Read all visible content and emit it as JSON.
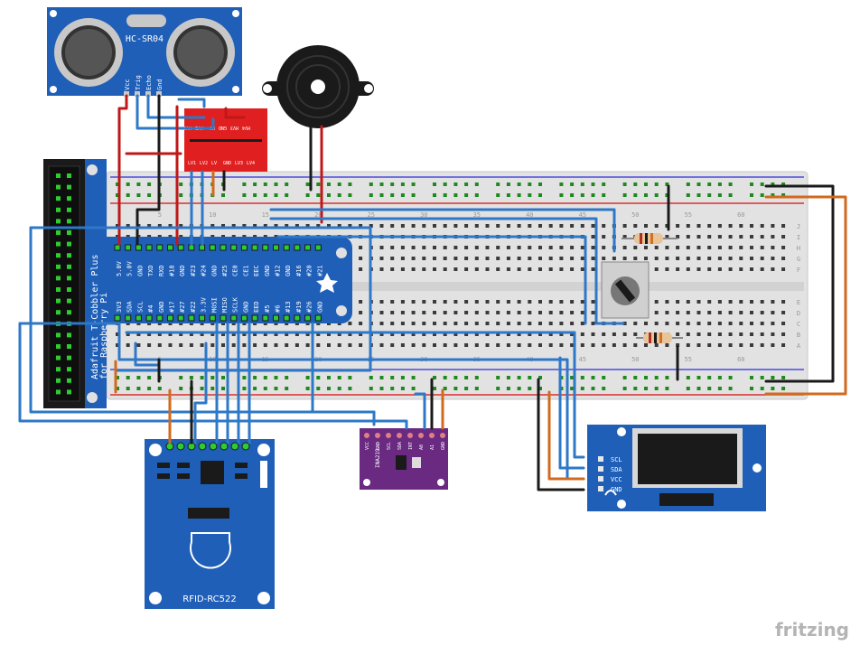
{
  "sensor": {
    "name": "HC-SR04",
    "pins": [
      "Vcc",
      "Trig",
      "Echo",
      "Gnd"
    ]
  },
  "level_shifter": {
    "top_pins": [
      "HV1",
      "HV2",
      "HV",
      "GND",
      "HV3",
      "HV4"
    ],
    "bottom_pins": [
      "LV1",
      "LV2",
      "LV",
      "GND",
      "LV3",
      "LV4"
    ]
  },
  "cobbler": {
    "title": "Adafruit T-Cobbler Plus",
    "subtitle": "for Raspberry Pi",
    "top_row": [
      "5.0V",
      "5.0V",
      "GND",
      "TXD",
      "RXD",
      "#18",
      "GND",
      "#23",
      "#24",
      "GND",
      "#25",
      "CE0",
      "CE1",
      "EEC",
      "GND",
      "#12",
      "GND",
      "#16",
      "#20",
      "#21"
    ],
    "bottom_row": [
      "3V3",
      "SDA",
      "SCL",
      "#4",
      "GND",
      "#17",
      "#27",
      "#22",
      "3.3V",
      "MOSI",
      "MISO",
      "SCLK",
      "GND",
      "EED",
      "#5",
      "#6",
      "#13",
      "#19",
      "#26",
      "GND"
    ]
  },
  "breadboard": {
    "column_numbers": [
      "5",
      "10",
      "15",
      "20",
      "25",
      "30",
      "35",
      "40",
      "45",
      "50",
      "55",
      "60"
    ],
    "row_letters_top": [
      "J",
      "I",
      "H",
      "G",
      "F"
    ],
    "row_letters_bottom": [
      "E",
      "D",
      "C",
      "B",
      "A"
    ]
  },
  "rfid": {
    "name": "RFID-RC522"
  },
  "sensor_module": {
    "name": "INA219",
    "pins": [
      "VCC",
      "GND",
      "SCL",
      "SDA",
      "INT",
      "A0",
      "A1",
      "GND"
    ]
  },
  "oled": {
    "pins": [
      "SCL",
      "SDA",
      "VCC",
      "GND"
    ]
  },
  "watermark": "fritzing",
  "colors": {
    "wire_blue": "#2e78c8",
    "wire_red": "#c01818",
    "wire_black": "#1a1a1a",
    "wire_orange": "#d26a1e",
    "pcb_blue": "#1f5fb8",
    "pcb_purple": "#6a2a82",
    "breadboard": "#e3e3e3"
  }
}
